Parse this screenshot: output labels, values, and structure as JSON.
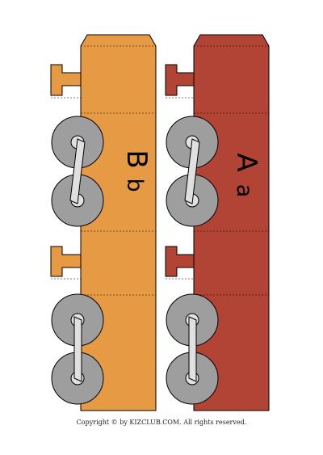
{
  "cars": [
    {
      "id": "car-b",
      "uppercase": "B",
      "lowercase": "b",
      "fill_color": "#E69A43"
    },
    {
      "id": "car-a",
      "uppercase": "A",
      "lowercase": "a",
      "fill_color": "#B24436"
    }
  ],
  "colors": {
    "wheel": "#9E9E9E",
    "hub": "#E0E0E0",
    "outline": "#000000"
  },
  "footer": {
    "copyright": "Copyright © by KIZCLUB.COM. All rights reserved."
  }
}
